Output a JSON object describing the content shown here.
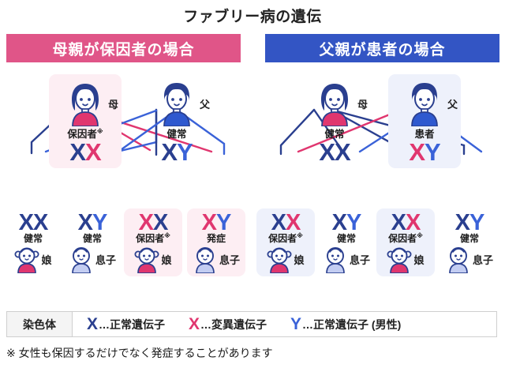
{
  "title": "ファブリー病の遺伝",
  "panels": [
    {
      "id": "mother-carrier",
      "header": "母親が保因者の場合",
      "header_color": "#e05588",
      "parents": [
        {
          "role": "母",
          "status": "保因者",
          "mark": "※",
          "genes": [
            {
              "letter": "X",
              "color": "navy"
            },
            {
              "letter": "X",
              "color": "pink"
            }
          ],
          "highlight": "pink",
          "icon": "mother-icon"
        },
        {
          "role": "父",
          "status": "健常",
          "mark": "",
          "genes": [
            {
              "letter": "X",
              "color": "navy"
            },
            {
              "letter": "Y",
              "color": "blue"
            }
          ],
          "highlight": "none",
          "icon": "father-icon"
        }
      ],
      "children": [
        {
          "genes": [
            {
              "letter": "X",
              "color": "navy"
            },
            {
              "letter": "X",
              "color": "navy"
            }
          ],
          "status": "健常",
          "mark": "",
          "kid": "娘",
          "kid_icon": "daughter-icon",
          "highlight": "none"
        },
        {
          "genes": [
            {
              "letter": "X",
              "color": "navy"
            },
            {
              "letter": "Y",
              "color": "blue"
            }
          ],
          "status": "健常",
          "mark": "",
          "kid": "息子",
          "kid_icon": "son-icon",
          "highlight": "none"
        },
        {
          "genes": [
            {
              "letter": "X",
              "color": "pink"
            },
            {
              "letter": "X",
              "color": "navy"
            }
          ],
          "status": "保因者",
          "mark": "※",
          "kid": "娘",
          "kid_icon": "daughter-icon",
          "highlight": "pink"
        },
        {
          "genes": [
            {
              "letter": "X",
              "color": "pink"
            },
            {
              "letter": "Y",
              "color": "blue"
            }
          ],
          "status": "発症",
          "mark": "",
          "kid": "息子",
          "kid_icon": "son-icon",
          "highlight": "pink"
        }
      ]
    },
    {
      "id": "father-patient",
      "header": "父親が患者の場合",
      "header_color": "#3355c4",
      "parents": [
        {
          "role": "母",
          "status": "健常",
          "mark": "",
          "genes": [
            {
              "letter": "X",
              "color": "navy"
            },
            {
              "letter": "X",
              "color": "navy"
            }
          ],
          "highlight": "none",
          "icon": "mother-icon"
        },
        {
          "role": "父",
          "status": "患者",
          "mark": "",
          "genes": [
            {
              "letter": "X",
              "color": "pink"
            },
            {
              "letter": "Y",
              "color": "blue"
            }
          ],
          "highlight": "blue",
          "icon": "father-icon"
        }
      ],
      "children": [
        {
          "genes": [
            {
              "letter": "X",
              "color": "navy"
            },
            {
              "letter": "X",
              "color": "pink"
            }
          ],
          "status": "保因者",
          "mark": "※",
          "kid": "娘",
          "kid_icon": "daughter-icon",
          "highlight": "blue"
        },
        {
          "genes": [
            {
              "letter": "X",
              "color": "navy"
            },
            {
              "letter": "Y",
              "color": "blue"
            }
          ],
          "status": "健常",
          "mark": "",
          "kid": "息子",
          "kid_icon": "son-icon",
          "highlight": "none"
        },
        {
          "genes": [
            {
              "letter": "X",
              "color": "navy"
            },
            {
              "letter": "X",
              "color": "pink"
            }
          ],
          "status": "保因者",
          "mark": "※",
          "kid": "娘",
          "kid_icon": "daughter-icon",
          "highlight": "blue"
        },
        {
          "genes": [
            {
              "letter": "X",
              "color": "navy"
            },
            {
              "letter": "Y",
              "color": "blue"
            }
          ],
          "status": "健常",
          "mark": "",
          "kid": "息子",
          "kid_icon": "son-icon",
          "highlight": "none"
        }
      ]
    }
  ],
  "legend": {
    "title": "染色体",
    "items": [
      {
        "glyph": "X",
        "color": "navy",
        "text": "…正常遺伝子"
      },
      {
        "glyph": "X",
        "color": "pink",
        "text": "…変異遺伝子"
      },
      {
        "glyph": "Y",
        "color": "blue",
        "text": "…正常遺伝子 (男性)"
      }
    ]
  },
  "footnote": "※ 女性も保因するだけでなく発症することがあります",
  "colors": {
    "navy": "#2a3f8f",
    "pink": "#e0366f",
    "blue": "#3a62d8",
    "header_pink": "#e05588",
    "header_blue": "#3355c4",
    "highlight_pink": "#fdeef3",
    "highlight_blue": "#eef1fb"
  }
}
